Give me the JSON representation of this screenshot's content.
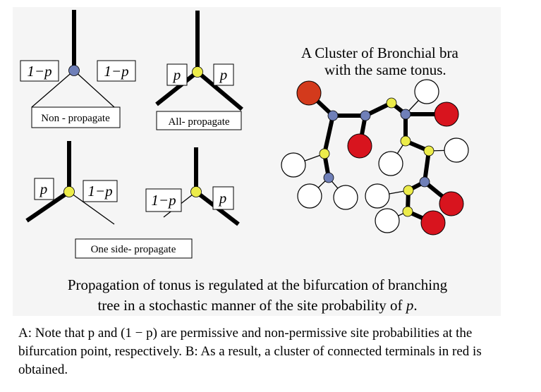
{
  "diagram": {
    "prob_labels": {
      "one_minus_p": "1−p",
      "p": "p"
    },
    "patterns": {
      "non_propagate": "Non - propagate",
      "all_propagate": "All- propagate",
      "one_side_propagate": "One side- propagate"
    },
    "cluster_title": {
      "line1": "A Cluster of Bronchial bra",
      "line2": "with the same tonus."
    },
    "caption": {
      "line1": "Propagation of tonus is regulated at the bifurcation of branching",
      "line2_prefix": "tree in a stochastic manner of the site probability of ",
      "line2_var": "p",
      "line2_suffix": "."
    },
    "colors": {
      "blue_node": "#6f7fb8",
      "yellow_node": "#ecec4a",
      "red_node": "#d8141e",
      "orange_red_node": "#d33a1c",
      "panel_bg": "#f5f5f5"
    }
  },
  "footnote": {
    "text": "A: Note that p and (1 − p) are permissive and non-permissive site probabilities at the bifurcation point, respectively. B: As a result, a cluster of connected terminals in red is obtained."
  }
}
